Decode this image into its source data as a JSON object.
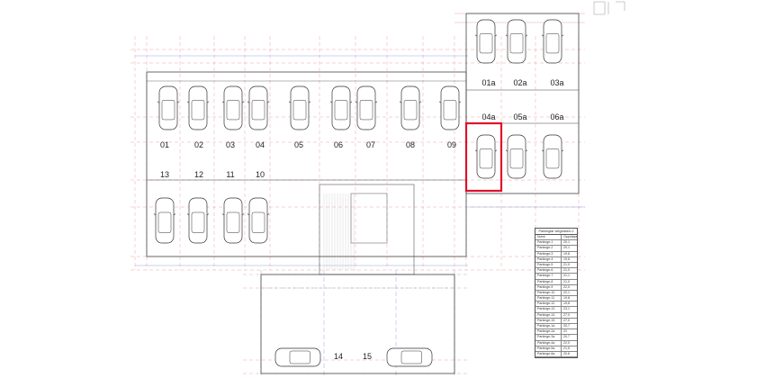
{
  "plan": {
    "spaces_upper_row": [
      "01",
      "02",
      "03",
      "04",
      "05",
      "06",
      "07",
      "08",
      "09"
    ],
    "spaces_lower_row": [
      "13",
      "12",
      "11",
      "10"
    ],
    "spaces_right_top": [
      "01a",
      "02a",
      "03a"
    ],
    "spaces_right_mid": [
      "04a",
      "05a",
      "06a"
    ],
    "spaces_bottom": [
      "14",
      "15"
    ],
    "highlighted_space": "04a",
    "colors": {
      "highlight": "#e0102a",
      "grid": "#e58a94",
      "axis": "#7f8fe0",
      "line": "#444444"
    }
  },
  "table": {
    "title": "Parkinglar wegeahen-2",
    "headers": [
      "Numr",
      "Oppriløpevol"
    ],
    "rows": [
      [
        "Parkinge-1",
        "20,1"
      ],
      [
        "Parkinge-2",
        "20,1"
      ],
      [
        "Parkinge-3",
        "19,8"
      ],
      [
        "Parkinge-4",
        "19,8"
      ],
      [
        "Parkinge-5",
        "21,0"
      ],
      [
        "Parkinge-6",
        "21,0"
      ],
      [
        "Parkinge-7",
        "21,1"
      ],
      [
        "Parkinge-8",
        "21,0"
      ],
      [
        "Parkinge-9",
        "22,0"
      ],
      [
        "Parkinge-10",
        "22,1"
      ],
      [
        "Parkinge-11",
        "19,8"
      ],
      [
        "Parkinge-12",
        "19,8"
      ],
      [
        "Parkinge-13",
        "23,1"
      ],
      [
        "Parkinge-14",
        "27,0"
      ],
      [
        "Parkinge-15",
        "27,0"
      ],
      [
        "Parkinge-1a",
        "20,7"
      ],
      [
        "Parkinge-2a",
        "21"
      ],
      [
        "Parkinge-3a",
        "20,7"
      ],
      [
        "Parkinge-4a",
        "22,0"
      ],
      [
        "Parkinge-5a",
        "21,5"
      ],
      [
        "Parkinge-6a",
        "20,6"
      ]
    ]
  }
}
